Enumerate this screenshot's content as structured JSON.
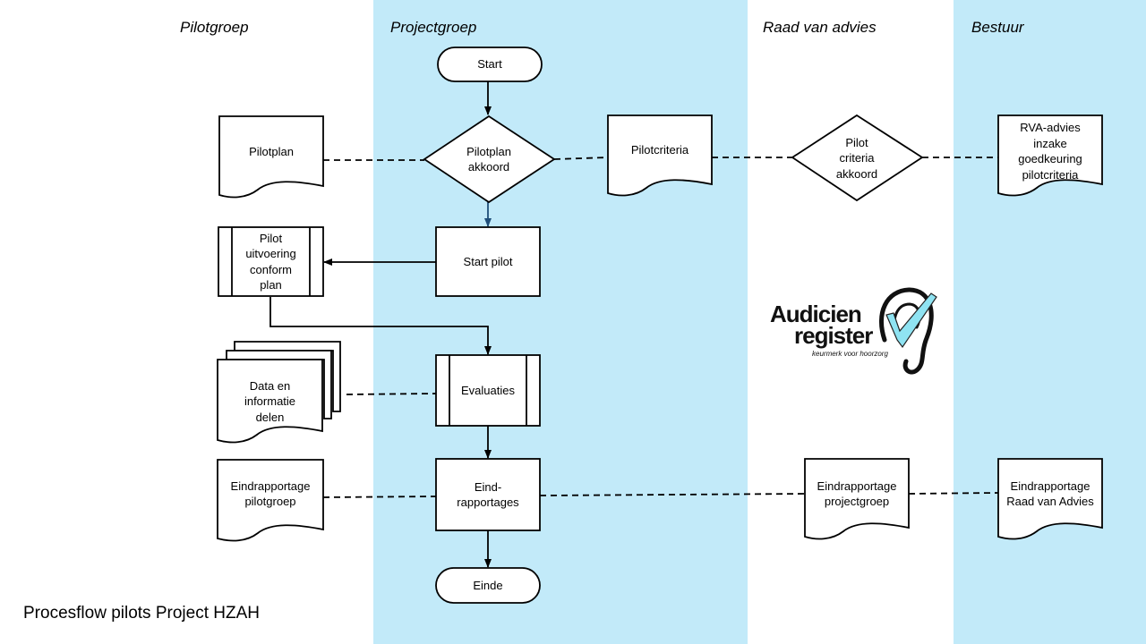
{
  "colors": {
    "lane_fill": "#c2eaf9",
    "shape_stroke": "#000000",
    "arrow_solid": "#000000",
    "arrow_teal": "#1f4e79",
    "logo_check": "#8fe3f2"
  },
  "lanes": [
    {
      "id": "pilotgroep",
      "title": "Pilotgroep",
      "shaded": false
    },
    {
      "id": "projectgroep",
      "title": "Projectgroep",
      "shaded": true
    },
    {
      "id": "raad",
      "title": "Raad van advies",
      "shaded": false
    },
    {
      "id": "bestuur",
      "title": "Bestuur",
      "shaded": true
    }
  ],
  "nodes": {
    "start": {
      "type": "terminator",
      "label": "Start"
    },
    "pilotplan_akkoord": {
      "type": "decision",
      "label": "Pilotplan\nakkoord"
    },
    "pilotplan": {
      "type": "document",
      "label": "Pilotplan"
    },
    "pilotcriteria": {
      "type": "document",
      "label": "Pilotcriteria"
    },
    "pilot_criteria_akkoord": {
      "type": "decision",
      "label": "Pilot\ncriteria\nakkoord"
    },
    "rva_advies": {
      "type": "document",
      "label": "RVA-advies\ninzake\ngoedkeuring\npilotcriteria"
    },
    "start_pilot": {
      "type": "process",
      "label": "Start pilot"
    },
    "pilot_uitvoering": {
      "type": "predefined",
      "label": "Pilot\nuitvoering\nconform\nplan"
    },
    "data_info": {
      "type": "multidocument",
      "label": "Data en\ninformatie\ndelen"
    },
    "evaluaties": {
      "type": "predefined",
      "label": "Evaluaties"
    },
    "eindrapportages": {
      "type": "process",
      "label": "Eind-\nrapportages"
    },
    "eindrapportage_pilotgroep": {
      "type": "document",
      "label": "Eindrapportage\npilotgroep"
    },
    "eindrapportage_projectgroep": {
      "type": "document",
      "label": "Eindrapportage\nprojectgroep"
    },
    "eindrapportage_rva": {
      "type": "document",
      "label": "Eindrapportage\nRaad van Advies"
    },
    "einde": {
      "type": "terminator",
      "label": "Einde"
    }
  },
  "edges": [
    {
      "from": "start",
      "to": "pilotplan_akkoord",
      "style": "arrow"
    },
    {
      "from": "pilotplan_akkoord",
      "to": "start_pilot",
      "style": "arrow"
    },
    {
      "from": "start_pilot",
      "to": "pilot_uitvoering",
      "style": "arrow"
    },
    {
      "from": "pilot_uitvoering",
      "to": "evaluaties",
      "style": "arrow"
    },
    {
      "from": "evaluaties",
      "to": "eindrapportages",
      "style": "arrow"
    },
    {
      "from": "eindrapportages",
      "to": "einde",
      "style": "arrow"
    },
    {
      "from": "pilotplan",
      "to": "pilotplan_akkoord",
      "style": "dashed"
    },
    {
      "from": "pilotplan_akkoord",
      "to": "pilotcriteria",
      "style": "dashed"
    },
    {
      "from": "pilotcriteria",
      "to": "pilot_criteria_akkoord",
      "style": "dashed"
    },
    {
      "from": "pilot_criteria_akkoord",
      "to": "rva_advies",
      "style": "dashed"
    },
    {
      "from": "data_info",
      "to": "evaluaties",
      "style": "dashed"
    },
    {
      "from": "eindrapportage_pilotgroep",
      "to": "eindrapportages",
      "style": "dashed"
    },
    {
      "from": "eindrapportages",
      "to": "eindrapportage_projectgroep",
      "style": "dashed"
    },
    {
      "from": "eindrapportage_projectgroep",
      "to": "eindrapportage_rva",
      "style": "dashed"
    }
  ],
  "logo": {
    "line1": "Audicien",
    "line2": "register",
    "tagline": "keurmerk voor hoorzorg"
  },
  "caption": "Procesflow pilots Project HZAH"
}
